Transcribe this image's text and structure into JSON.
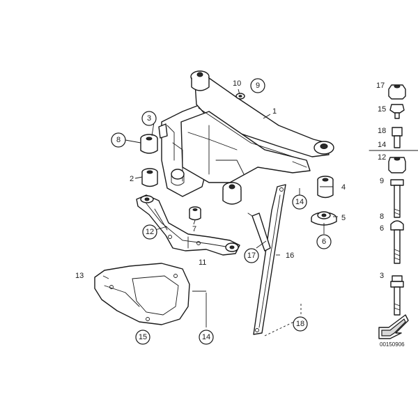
{
  "callouts": {
    "c1": "1",
    "c2": "2",
    "c3": "3",
    "c4": "4",
    "c5": "5",
    "c6": "6",
    "c7": "7",
    "c8": "8",
    "c9": "9",
    "c10": "10",
    "c11": "11",
    "c12": "12",
    "c13": "13",
    "c14a": "14",
    "c14b": "14",
    "c15": "15",
    "c16": "16",
    "c17": "17",
    "c18": "18"
  },
  "side_column": {
    "l17": "17",
    "l15": "15",
    "l18": "18",
    "l14": "14",
    "l12": "12",
    "l9": "9",
    "l8": "8",
    "l6": "6",
    "l3": "3"
  },
  "diagram_code": "00150906"
}
